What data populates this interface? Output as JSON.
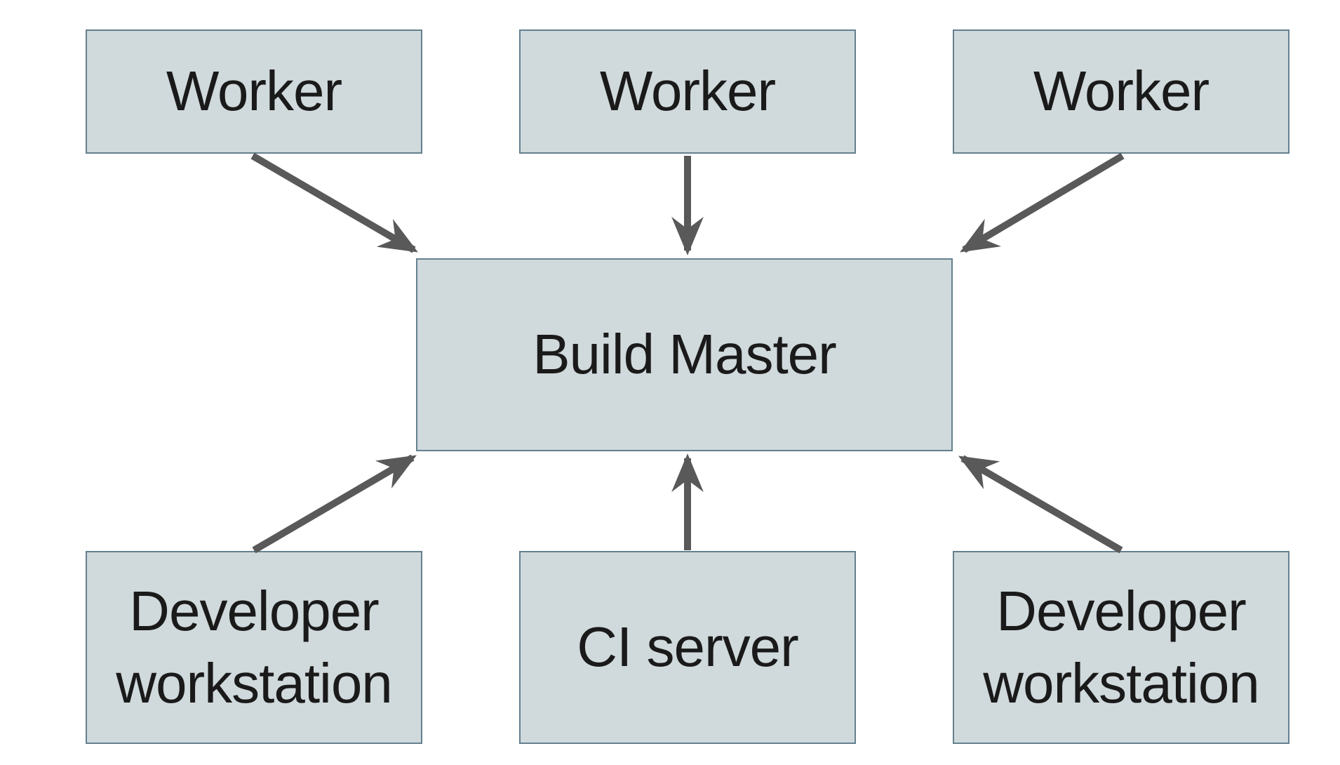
{
  "diagram": {
    "nodes": [
      {
        "id": "worker-1",
        "label": "Worker"
      },
      {
        "id": "worker-2",
        "label": "Worker"
      },
      {
        "id": "worker-3",
        "label": "Worker"
      },
      {
        "id": "build-master",
        "label": "Build Master"
      },
      {
        "id": "developer-workstation-1",
        "label": "Developer workstation"
      },
      {
        "id": "ci-server",
        "label": "CI server"
      },
      {
        "id": "developer-workstation-2",
        "label": "Developer workstation"
      }
    ],
    "edges": [
      {
        "from": "worker-1",
        "to": "build-master"
      },
      {
        "from": "worker-2",
        "to": "build-master"
      },
      {
        "from": "worker-3",
        "to": "build-master"
      },
      {
        "from": "developer-workstation-1",
        "to": "build-master"
      },
      {
        "from": "ci-server",
        "to": "build-master"
      },
      {
        "from": "developer-workstation-2",
        "to": "build-master"
      }
    ],
    "colors": {
      "background": "#ffffff",
      "node_fill": "#d0d9dc",
      "node_border": "#64808e",
      "arrow": "#595959",
      "text": "#1a1a1a"
    }
  }
}
